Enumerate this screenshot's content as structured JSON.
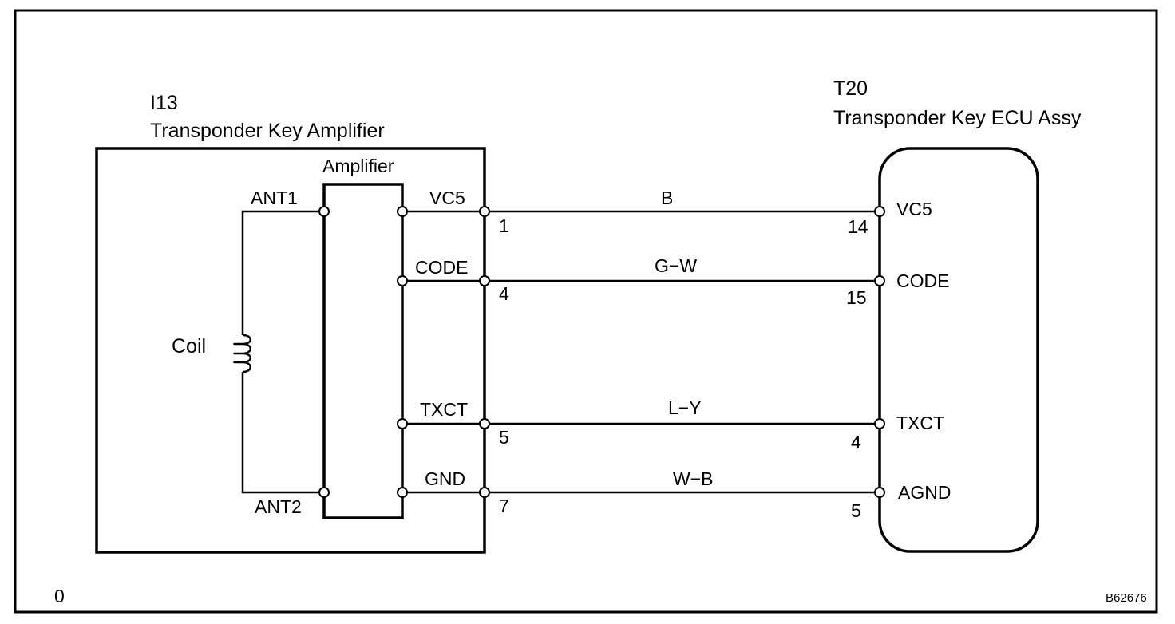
{
  "left_component": {
    "id": "I13",
    "name": "Transponder Key Amplifier",
    "amplifier_label": "Amplifier",
    "coil_label": "Coil",
    "antenna_terminals": [
      "ANT1",
      "ANT2"
    ]
  },
  "right_component": {
    "id": "T20",
    "name": "Transponder Key ECU Assy"
  },
  "wires": [
    {
      "left_terminal": "VC5",
      "left_pin": "1",
      "color": "B",
      "right_pin": "14",
      "right_terminal": "VC5"
    },
    {
      "left_terminal": "CODE",
      "left_pin": "4",
      "color": "G−W",
      "right_pin": "15",
      "right_terminal": "CODE"
    },
    {
      "left_terminal": "TXCT",
      "left_pin": "5",
      "color": "L−Y",
      "right_pin": "4",
      "right_terminal": "TXCT"
    },
    {
      "left_terminal": "GND",
      "left_pin": "7",
      "color": "W−B",
      "right_pin": "5",
      "right_terminal": "AGND"
    }
  ],
  "footer": {
    "left_code": "0",
    "figure_code": "B62676"
  }
}
